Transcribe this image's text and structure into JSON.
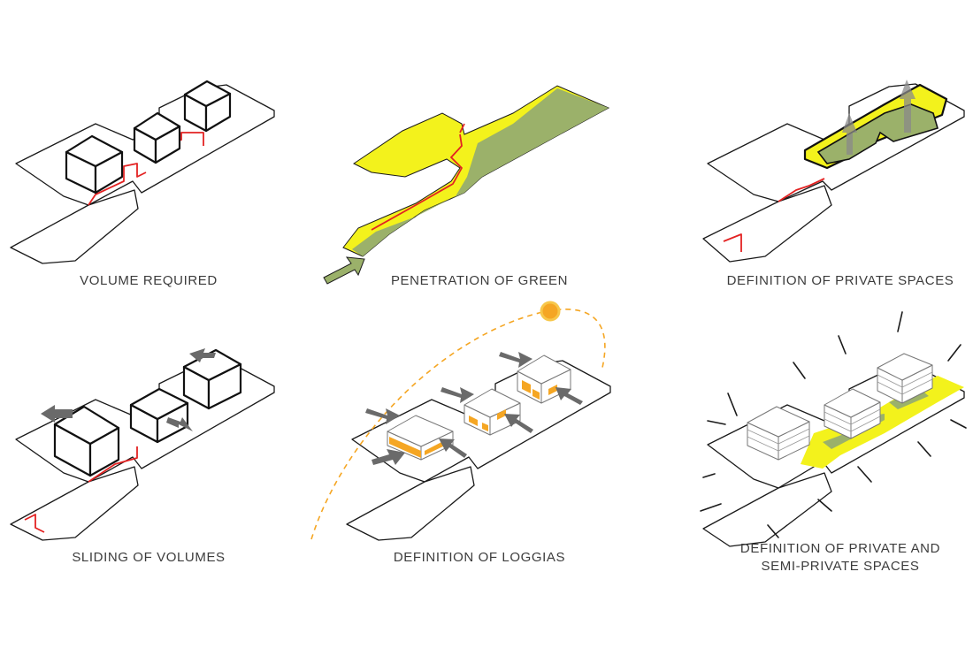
{
  "colors": {
    "yellow": "#f3f21c",
    "green": "#9bb16a",
    "red": "#e32222",
    "orange": "#f5a623",
    "grey_arrow": "#6a6a6a"
  },
  "panels": [
    {
      "caption": "VOLUME REQUIRED"
    },
    {
      "caption": "PENETRATION OF GREEN"
    },
    {
      "caption": "DEFINITION OF PRIVATE SPACES"
    },
    {
      "caption": "SLIDING OF VOLUMES"
    },
    {
      "caption": "DEFINITION OF LOGGIAS"
    },
    {
      "caption_line1": "DEFINITION OF PRIVATE AND",
      "caption_line2": "SEMI-PRIVATE SPACES"
    }
  ]
}
